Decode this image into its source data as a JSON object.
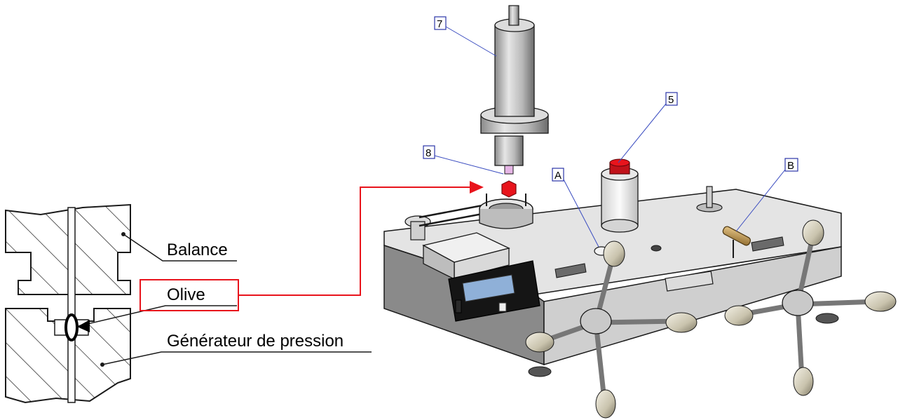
{
  "labels": {
    "balance": "Balance",
    "olive": "Olive",
    "generator": "Générateur de pression"
  },
  "callouts": {
    "c7": "7",
    "c8": "8",
    "c5": "5",
    "cA": "A",
    "cB": "B"
  },
  "colors": {
    "highlight": "#e8141c",
    "callout_border": "#2b35a8",
    "callout_leader": "#3a4cc0",
    "body_fill": "#e8e8e8",
    "line": "#1a1a1a"
  }
}
